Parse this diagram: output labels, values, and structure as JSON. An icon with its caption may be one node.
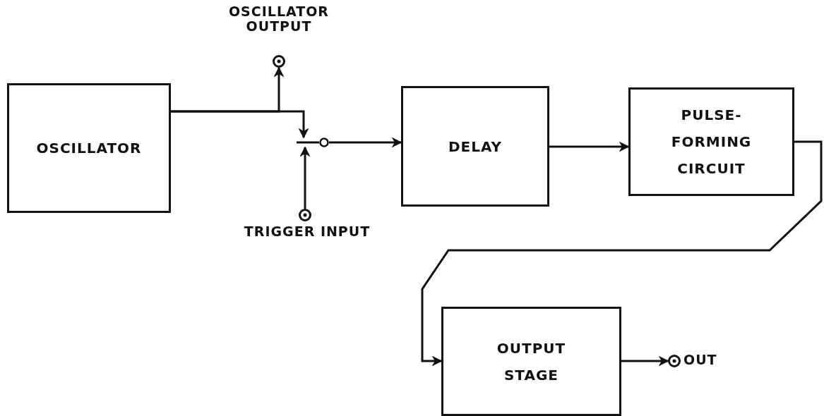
{
  "diagram": {
    "nodes": [
      {
        "text": [
          "OSCILLATOR"
        ]
      },
      {
        "text": [],
        "shape": "circle",
        "beside": [
          "OSCILLATOR OUTPUT"
        ]
      },
      {
        "text": [],
        "shape": "circle"
      },
      {
        "text": [],
        "shape": "circle",
        "beside": [
          "TRIGGER INPUT"
        ]
      },
      {
        "text": [
          "DELAY"
        ]
      },
      {
        "text": [
          "PULSE-FORMING CIRCUIT"
        ]
      },
      {
        "text": [
          "OUTPUT STAGE"
        ]
      },
      {
        "text": [],
        "shape": "circle",
        "beside": [
          "OUT"
        ]
      }
    ],
    "edges": [
      {
        "from": 0,
        "to": 2,
        "arrow": "to"
      },
      {
        "from": 0,
        "to": 1,
        "arrow": "to"
      },
      {
        "from": 3,
        "to": 2,
        "arrow": "to"
      },
      {
        "from": 2,
        "to": 4,
        "arrow": "to"
      },
      {
        "from": 4,
        "to": 5,
        "arrow": "to"
      },
      {
        "from": 5,
        "to": 6,
        "arrow": "to"
      },
      {
        "from": 6,
        "to": 7,
        "arrow": "to"
      }
    ]
  }
}
